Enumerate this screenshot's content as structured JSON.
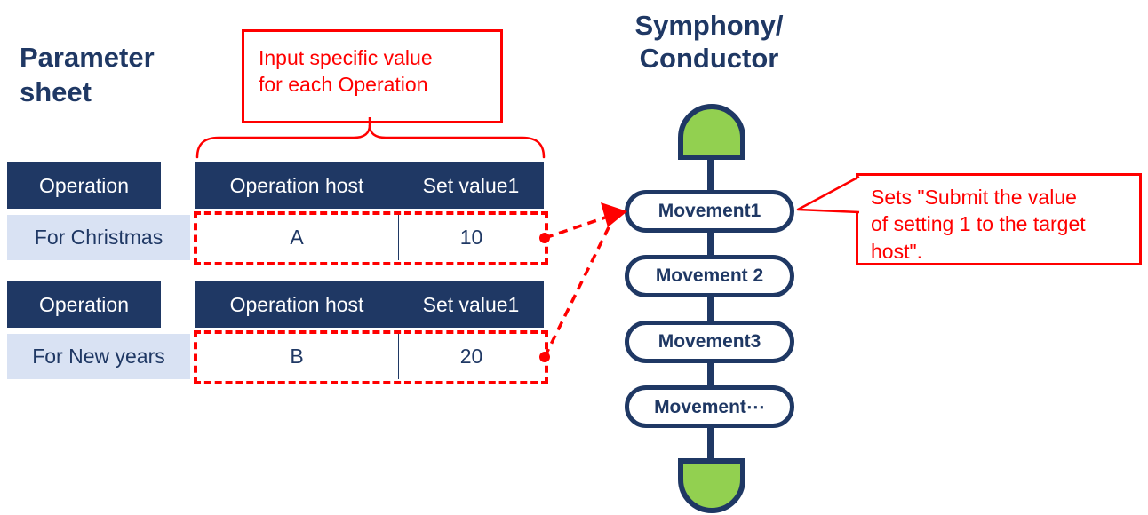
{
  "colors": {
    "navy": "#1f3864",
    "row_blue": "#d9e2f3",
    "green": "#92d050",
    "red": "#ff0000"
  },
  "left": {
    "title": "Parameter sheet",
    "callout": "Input specific value for each Operation"
  },
  "tables": [
    {
      "headers": [
        "Operation",
        "Operation host",
        "Set value1"
      ],
      "row": {
        "operation": "For Christmas",
        "host": "A",
        "value": "10"
      }
    },
    {
      "headers": [
        "Operation",
        "Operation host",
        "Set value1"
      ],
      "row": {
        "operation": "For New years",
        "host": "B",
        "value": "20"
      }
    }
  ],
  "flow": {
    "title_lines": [
      "Symphony/",
      "Conductor"
    ],
    "nodes": [
      "Movement1",
      "Movement 2",
      "Movement3",
      "Movement⋯"
    ],
    "callout": "Sets \"Submit the value of setting 1 to the target host\"."
  }
}
